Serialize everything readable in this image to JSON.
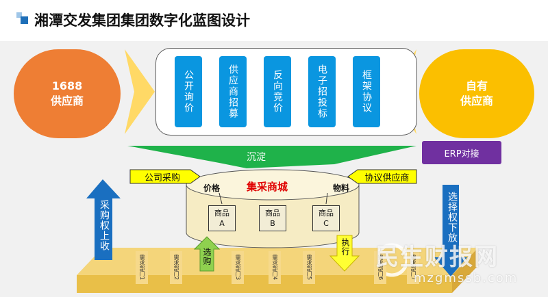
{
  "title": "湘潭交发集团集团数字化蓝图设计",
  "left_source": {
    "line1": "1688",
    "line2": "供应商"
  },
  "right_source": {
    "line1": "自有",
    "line2": "供应商"
  },
  "modules": [
    "公开询价",
    "供应商招募",
    "反向竞价",
    "电子招投标",
    "框架协议"
  ],
  "settle_label": "沉淀",
  "erp_label": "ERP对接",
  "company_purchase": "公司采购",
  "agreement_supplier": "协议供应商",
  "mall": {
    "title": "集采商城",
    "price_label": "价格",
    "material_label": "物料"
  },
  "products": [
    {
      "line1": "商品",
      "line2": "A"
    },
    {
      "line1": "商品",
      "line2": "B"
    },
    {
      "line1": "商品",
      "line2": "C"
    }
  ],
  "left_arrow_label": "采购权上收",
  "right_arrow_label": "选择权下放",
  "select_label": "选购",
  "execute_label": "执行",
  "departments": [
    "需求部门1",
    "需求部门2",
    "需求部门3",
    "需求部门4",
    "需求部门5",
    "需求部门6",
    "需求部门7"
  ],
  "watermark": {
    "brand": "民生财报网",
    "url": "mzgmssb.com"
  },
  "colors": {
    "title_accent": "#1e6fb8",
    "left_source": "#ee7e34",
    "right_source": "#fbbf00",
    "module": "#0a96e0",
    "settle": "#1fb24a",
    "erp": "#7030a0",
    "callout": "#ffff00",
    "blue_arrow": "#1a6fc0",
    "platform": "#f4d57a",
    "mall_title": "#e00000"
  }
}
